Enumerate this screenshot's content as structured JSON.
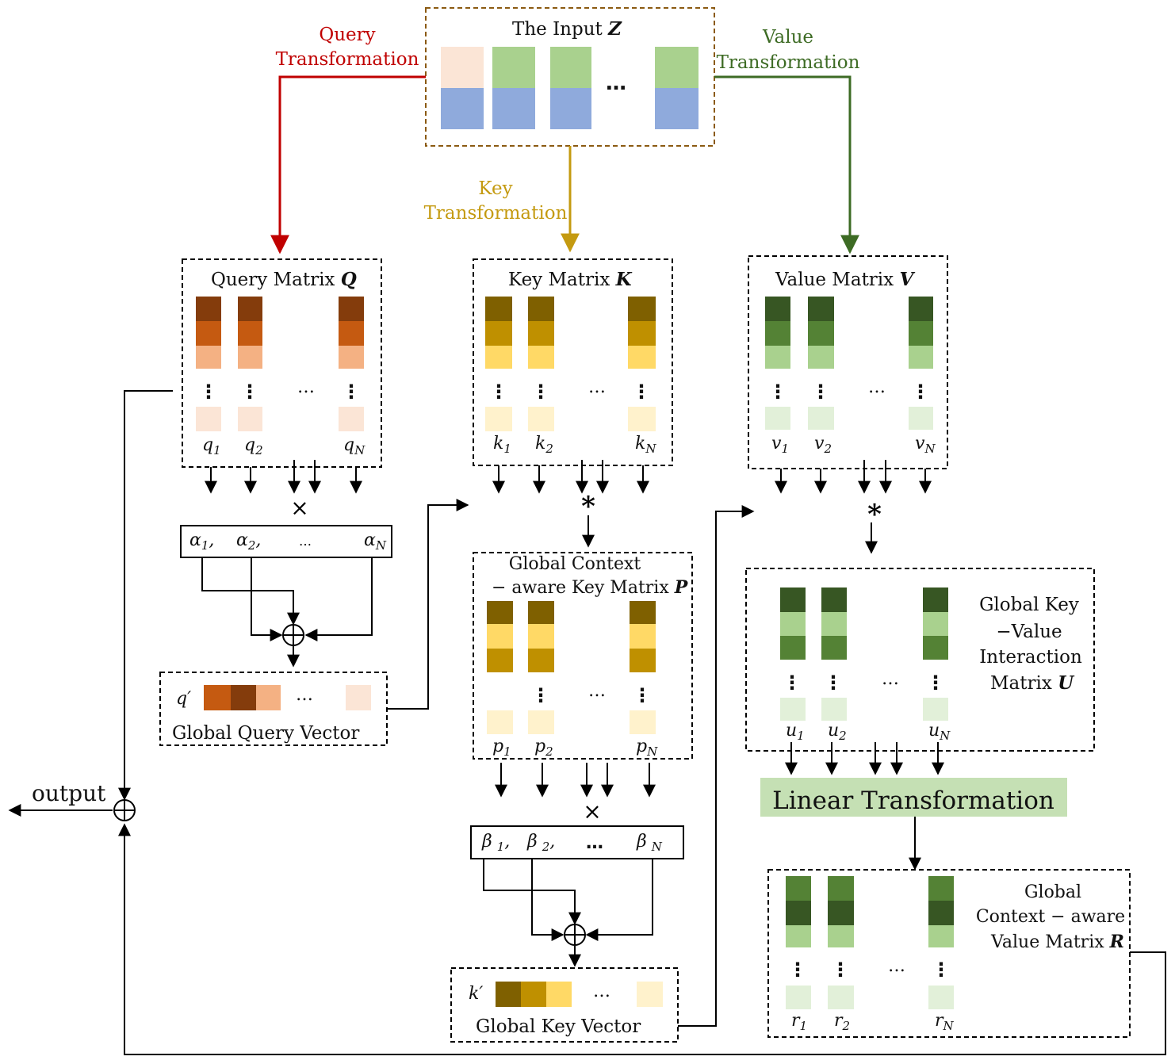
{
  "input": {
    "title": "The Input ",
    "symbol": "Z"
  },
  "transforms": {
    "query": [
      "Query",
      "Transformation"
    ],
    "key": [
      "Key",
      "Transformation"
    ],
    "value": [
      "Value",
      "Transformation"
    ]
  },
  "query_matrix": {
    "title": "Query Matrix ",
    "symbol": "Q",
    "labels": [
      "q",
      "q",
      "q"
    ],
    "subs": [
      "1",
      "2",
      "N"
    ]
  },
  "key_matrix": {
    "title": "Key Matrix ",
    "symbol": "K",
    "labels": [
      "k",
      "k",
      "k"
    ],
    "subs": [
      "1",
      "2",
      "N"
    ]
  },
  "value_matrix": {
    "title": "Value Matrix ",
    "symbol": "V",
    "labels": [
      "v",
      "v",
      "v"
    ],
    "subs": [
      "1",
      "2",
      "N"
    ]
  },
  "alpha_box": {
    "items": [
      "α",
      "α",
      "α"
    ],
    "subs": [
      "1",
      "2",
      "N"
    ],
    "dots": "…"
  },
  "beta_box": {
    "items": [
      "β",
      "β",
      "β"
    ],
    "subs": [
      "1",
      "2",
      "N"
    ],
    "dots": "…"
  },
  "global_query": {
    "symbol": "q′",
    "label": "Global Query Vector"
  },
  "global_key": {
    "symbol": "k′",
    "label": "Global Key Vector"
  },
  "p_matrix": {
    "title_line1": "Global Context",
    "title_line2": "− aware Key Matrix ",
    "symbol": "P",
    "labels": [
      "p",
      "p",
      "p"
    ],
    "subs": [
      "1",
      "2",
      "N"
    ]
  },
  "u_matrix": {
    "lines": [
      "Global Key",
      "−Value",
      "Interaction",
      "Matrix "
    ],
    "symbol": "U",
    "labels": [
      "u",
      "u",
      "u"
    ],
    "subs": [
      "1",
      "2",
      "N"
    ]
  },
  "r_matrix": {
    "lines": [
      "Global",
      "Context − aware",
      "Value Matrix "
    ],
    "symbol": "R",
    "labels": [
      "r",
      "r",
      "r"
    ],
    "subs": [
      "1",
      "2",
      "N"
    ]
  },
  "linear": {
    "label": "Linear Transformation"
  },
  "operators": {
    "times": "×",
    "star": "*",
    "ellipsis": "…"
  },
  "output": {
    "label": "output"
  },
  "colors": {
    "query_line": "#c00000",
    "key_line": "#c49a10",
    "value_line": "#3d6b24",
    "input_box": "#8b5a12",
    "q_dark": "#843c0c",
    "q_mid": "#c55a11",
    "q_light": "#f4b183",
    "q_pale": "#fbe5d6",
    "k_dark": "#7f6000",
    "k_mid": "#bf9000",
    "k_light": "#ffd966",
    "k_pale": "#fff2cc",
    "v_dark": "#375623",
    "v_mid": "#548235",
    "v_light": "#a9d18e",
    "v_pale": "#e2f0d9",
    "in_blue": "#8faadc",
    "in_green": "#a9d18e",
    "in_peach": "#fbe5d6",
    "linear_bg": "#c5e0b4"
  }
}
